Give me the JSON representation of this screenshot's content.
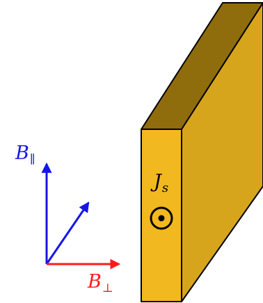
{
  "labels": {
    "b_parallel": {
      "main": "B",
      "sub": "∥"
    },
    "b_perp": {
      "main": "B",
      "sub": "⊥"
    },
    "current": {
      "main": "J",
      "sub": "s"
    }
  },
  "colors": {
    "b_parallel": "#1515e8",
    "b_perp": "#ff1a1a",
    "oblique_arrow": "#1515e8",
    "slab_front": "#f1b81f",
    "slab_top": "#8f6c0c",
    "slab_side": "#d6a51c",
    "outline": "#000000"
  },
  "symbols": {
    "current_direction": "out-of-page-dot-circle"
  }
}
